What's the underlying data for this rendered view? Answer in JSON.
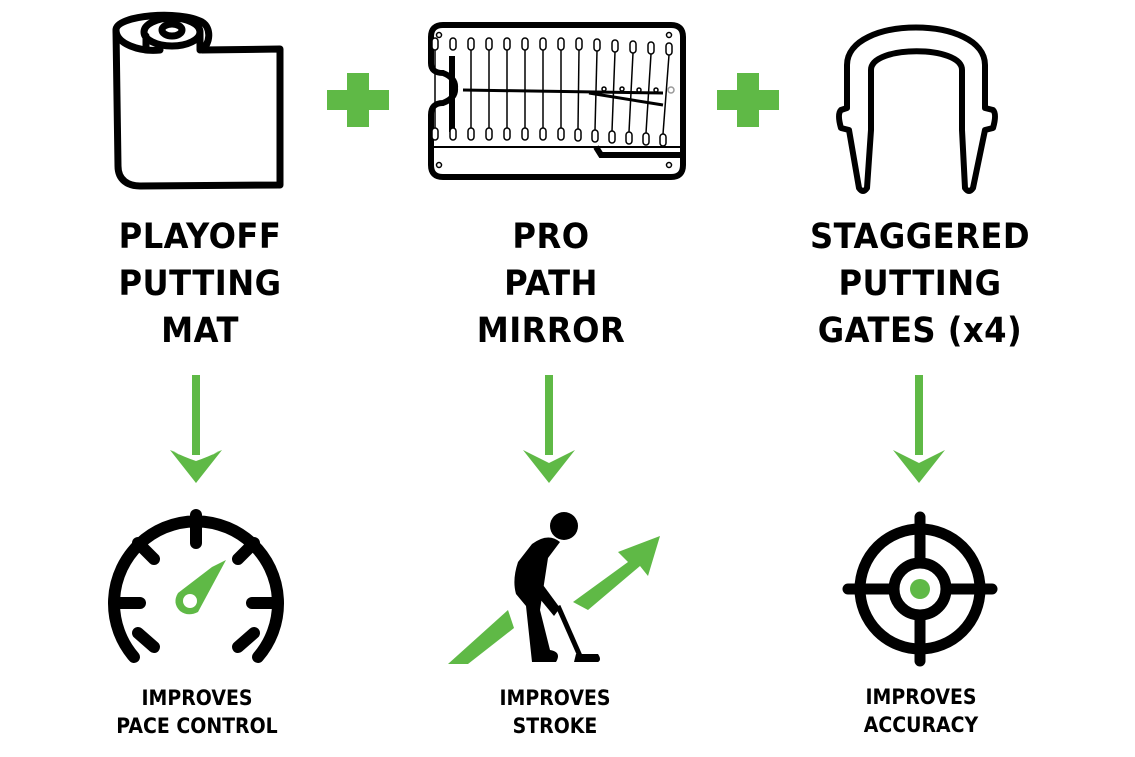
{
  "colors": {
    "accent": "#5fb946",
    "ink": "#000000",
    "background": "#ffffff"
  },
  "columns": [
    {
      "product_icon": "rolled-mat-icon",
      "title_lines": [
        "PLAYOFF",
        "PUTTING",
        "MAT"
      ],
      "benefit_icon": "speedometer-icon",
      "benefit_lines": [
        "IMPROVES",
        "PACE CONTROL"
      ]
    },
    {
      "product_icon": "path-mirror-icon",
      "title_lines": [
        "PRO",
        "PATH",
        "MIRROR"
      ],
      "benefit_icon": "golfer-stroke-icon",
      "benefit_lines": [
        "IMPROVES",
        "STROKE"
      ]
    },
    {
      "product_icon": "putting-gate-icon",
      "title_lines": [
        "STAGGERED",
        "PUTTING",
        "GATES (x4)"
      ],
      "benefit_icon": "target-icon",
      "benefit_lines": [
        "IMPROVES",
        "ACCURACY"
      ]
    }
  ],
  "connectors": [
    "plus-icon",
    "plus-icon"
  ],
  "arrows": [
    "arrow-down-icon",
    "arrow-down-icon",
    "arrow-down-icon"
  ]
}
